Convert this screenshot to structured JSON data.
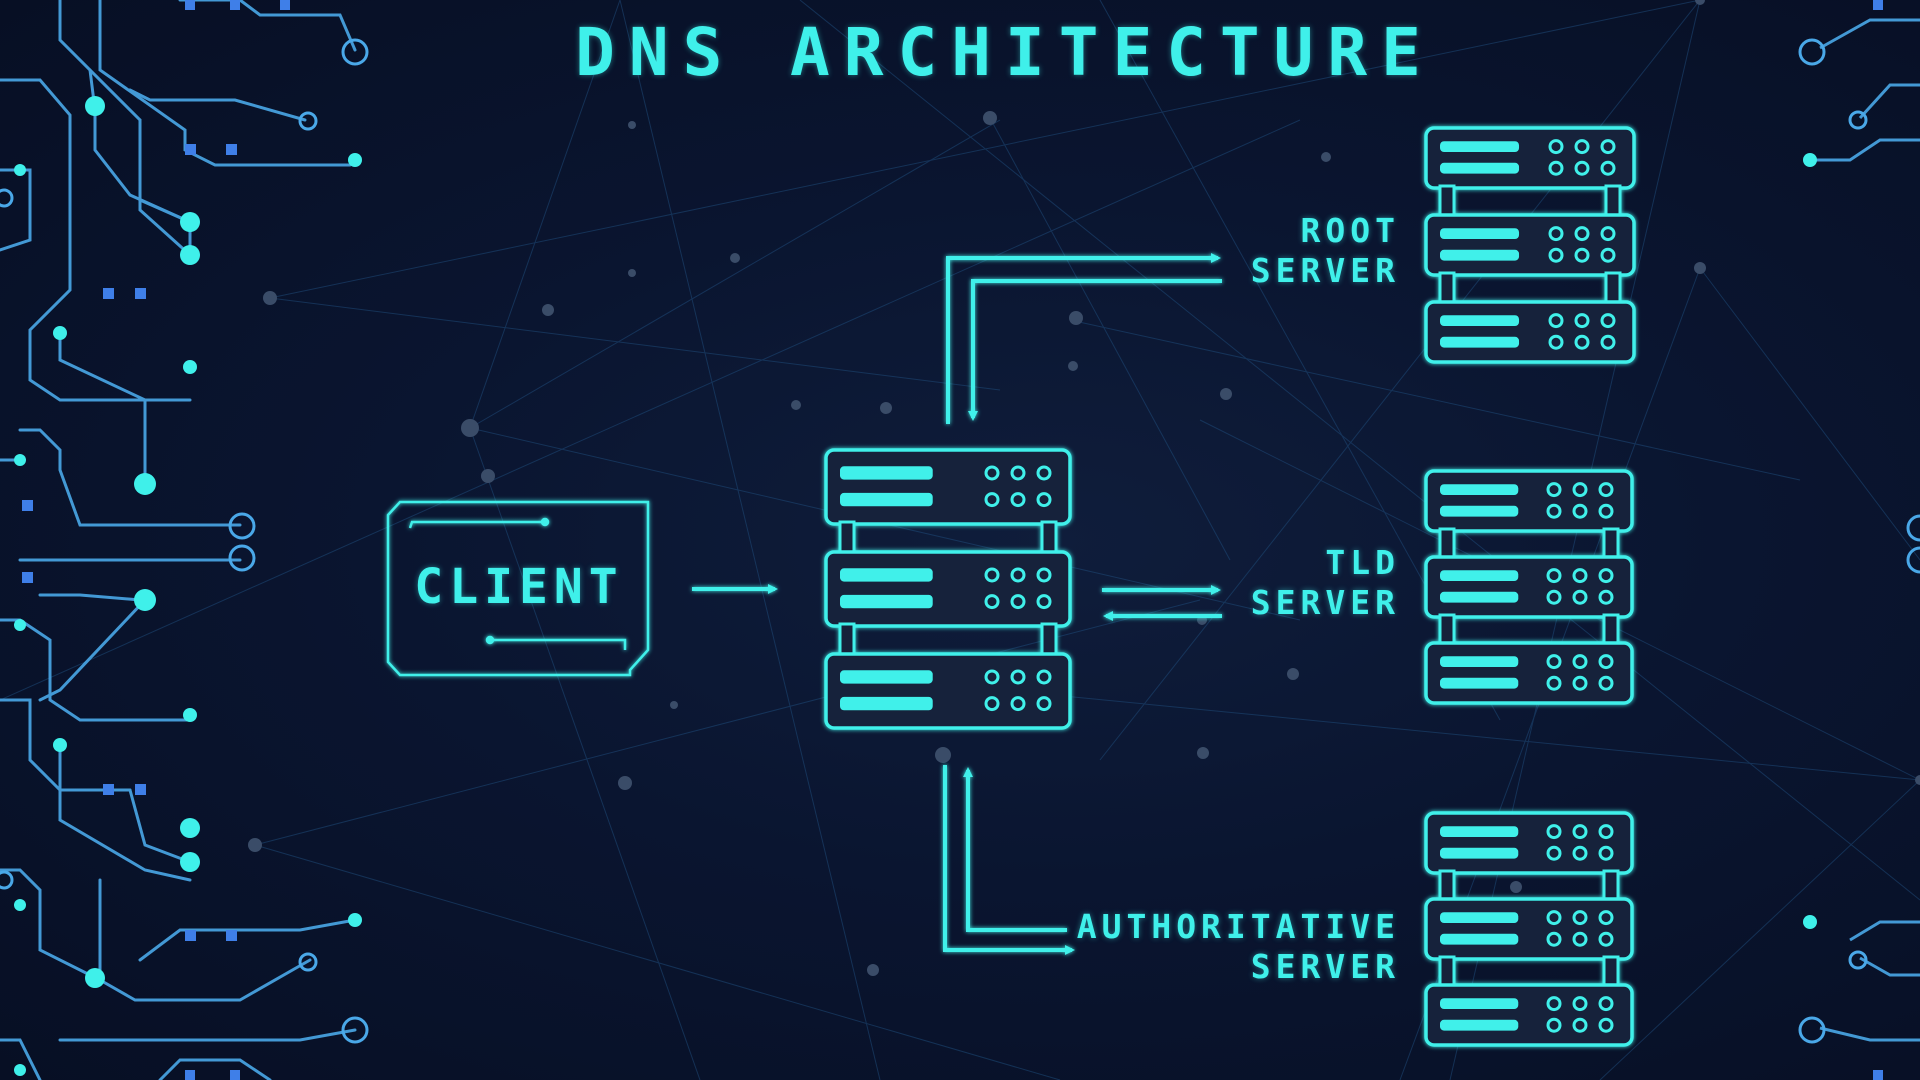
{
  "diagram": {
    "title": "DNS ARCHITECTURE",
    "client_label": "CLIENT",
    "servers": {
      "root": {
        "line1": "ROOT",
        "line2": "SERVER"
      },
      "tld": {
        "line1": "TLD",
        "line2": "SERVER"
      },
      "authoritative": {
        "line1": "AUTHORITATIVE",
        "line2": "SERVER"
      }
    },
    "colors": {
      "accent": "#3ff0ea",
      "background": "#0a1530",
      "server_fill": "#15203a",
      "circuit": "#4aa8e8",
      "network": "#2a5a8a"
    }
  }
}
